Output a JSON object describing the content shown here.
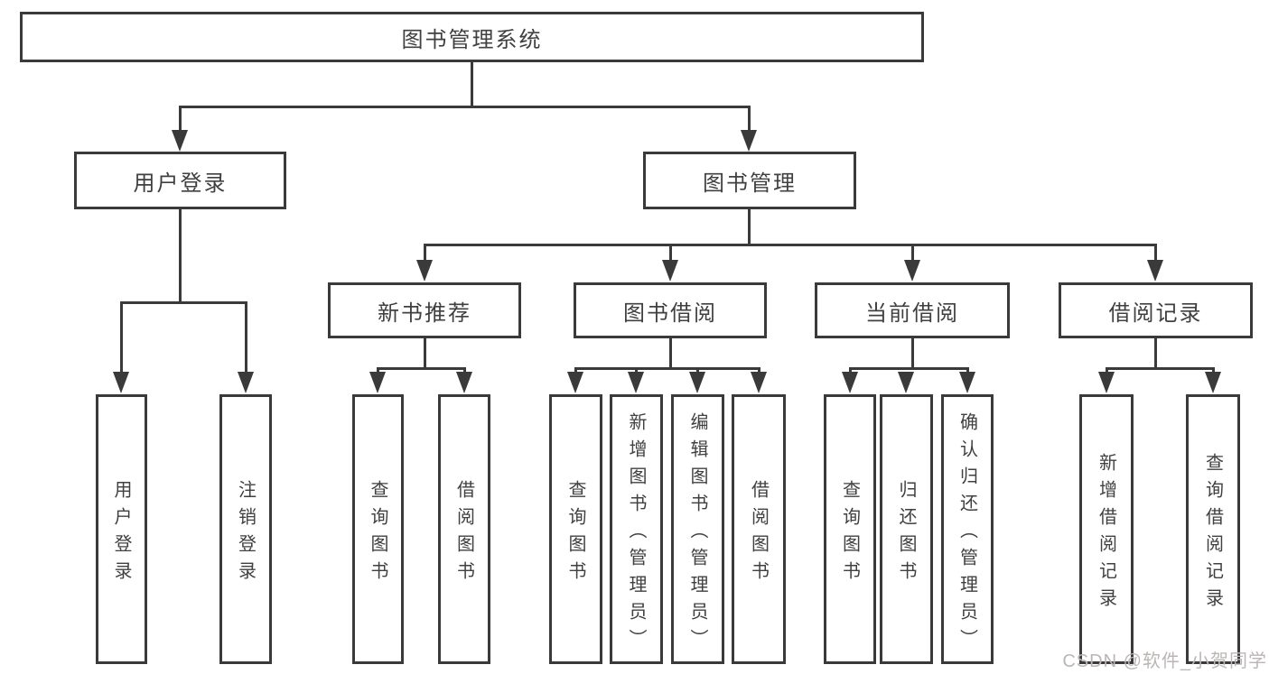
{
  "root": {
    "label": "图书管理系统"
  },
  "level2": [
    {
      "label": "用户登录"
    },
    {
      "label": "图书管理"
    }
  ],
  "level3": [
    {
      "label": "新书推荐"
    },
    {
      "label": "图书借阅"
    },
    {
      "label": "当前借阅"
    },
    {
      "label": "借阅记录"
    }
  ],
  "leaves": [
    {
      "label": "用户登录"
    },
    {
      "label": "注销登录"
    },
    {
      "label": "查询图书"
    },
    {
      "label": "借阅图书"
    },
    {
      "label": "查询图书"
    },
    {
      "label": "新增图书（管理员）"
    },
    {
      "label": "编辑图书（管理员）"
    },
    {
      "label": "借阅图书"
    },
    {
      "label": "查询图书"
    },
    {
      "label": "归还图书"
    },
    {
      "label": "确认归还（管理员）"
    },
    {
      "label": "新增借阅记录"
    },
    {
      "label": "查询借阅记录"
    }
  ],
  "watermark": {
    "text": "CSDN @软件_小贺同学"
  },
  "colors": {
    "line": "#3a3a3a",
    "box_border": "#3a3a3a",
    "text": "#404040",
    "background": "#ffffff",
    "watermark": "#bcb5b5"
  }
}
